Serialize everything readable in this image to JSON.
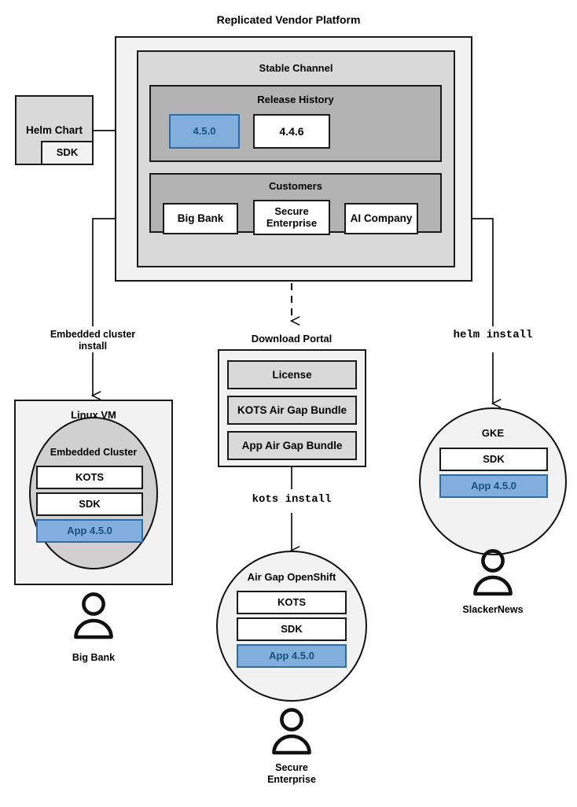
{
  "diagram": {
    "title": "Replicated Vendor Platform",
    "platform": {
      "stable_channel": {
        "title": "Stable Channel",
        "release_history": {
          "title": "Release History",
          "releases": [
            {
              "version": "4.5.0",
              "highlighted": true
            },
            {
              "version": "4.4.6",
              "highlighted": false
            }
          ]
        },
        "customers": {
          "title": "Customers",
          "items": [
            {
              "name": "Big Bank"
            },
            {
              "name": "Secure\nEnterprise"
            },
            {
              "name": "AI Company"
            }
          ]
        }
      }
    },
    "source": {
      "helm_chart": "Helm Chart",
      "sdk": "SDK"
    },
    "download_portal": {
      "title": "Download Portal",
      "artifacts": [
        "License",
        "KOTS Air Gap Bundle",
        "App Air Gap Bundle"
      ]
    },
    "install_labels": {
      "embedded": "Embedded cluster\ninstall",
      "kots": "kots install",
      "helm": "helm install"
    },
    "targets": [
      {
        "id": "linux-vm",
        "host": "Linux VM",
        "inner_title": "Embedded Cluster",
        "components": [
          {
            "label": "KOTS",
            "highlighted": false
          },
          {
            "label": "SDK",
            "highlighted": false
          },
          {
            "label": "App 4.5.0",
            "highlighted": true
          }
        ],
        "customer": "Big Bank"
      },
      {
        "id": "air-gap-openshift",
        "host": "Air Gap OpenShift",
        "components": [
          {
            "label": "KOTS",
            "highlighted": false
          },
          {
            "label": "SDK",
            "highlighted": false
          },
          {
            "label": "App 4.5.0",
            "highlighted": true
          }
        ],
        "customer": "Secure\nEnterprise"
      },
      {
        "id": "gke",
        "host": "GKE",
        "components": [
          {
            "label": "SDK",
            "highlighted": false
          },
          {
            "label": "App 4.5.0",
            "highlighted": true
          }
        ],
        "customer": "SlackerNews"
      }
    ],
    "colors": {
      "highlight_fill": "#82aedd",
      "highlight_border": "#2e6ca4",
      "highlight_text": "#18507f",
      "level1_fill": "#f2f2f2",
      "level2_fill": "#d9d9d9",
      "level3_fill": "#b3b3b3",
      "stroke": "#1a1a1a"
    }
  }
}
